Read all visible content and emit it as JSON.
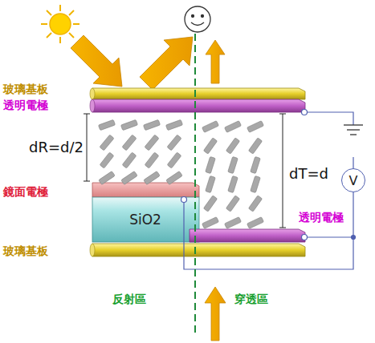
{
  "diagram": {
    "nodes": [
      {
        "text": [
          "SiO2"
        ]
      },
      {
        "text": [
          "V"
        ]
      }
    ],
    "labels": [
      "玻璃基板",
      "透明電極",
      "dR=d/2",
      "鏡面電極",
      "玻璃基板",
      "dT=d",
      "透明電極",
      "反射區",
      "穿透區"
    ]
  }
}
